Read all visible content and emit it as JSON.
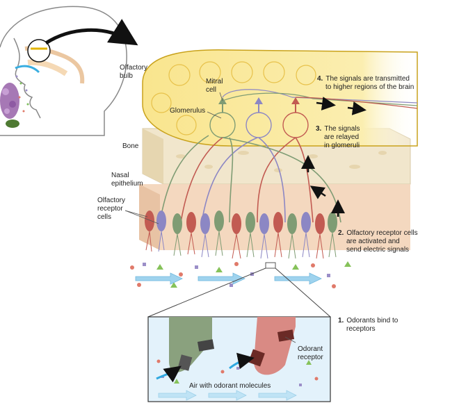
{
  "labels": {
    "olfactory_bulb": [
      "Olfactory",
      "bulb"
    ],
    "mitral_cell": [
      "Mitral",
      "cell"
    ],
    "glomerulus": "Glomerulus",
    "bone": "Bone",
    "nasal_epithelium": [
      "Nasal",
      "epithelium"
    ],
    "olfactory_receptor_cells": [
      "Olfactory",
      "receptor",
      "cells"
    ],
    "odorant_receptor": [
      "Odorant",
      "receptor"
    ],
    "air_with_odorant": "Air with odorant molecules"
  },
  "steps": [
    {
      "num": "1.",
      "lines": [
        "Odorants bind to",
        "receptors"
      ]
    },
    {
      "num": "2.",
      "lines": [
        "Olfactory receptor cells",
        "are activated and",
        "send electric signals"
      ]
    },
    {
      "num": "3.",
      "lines": [
        "The signals",
        "are relayed",
        "in glomeruli"
      ]
    },
    {
      "num": "4.",
      "lines": [
        "The signals are transmitted",
        "to higher regions of the brain"
      ]
    }
  ],
  "colors": {
    "bulb": "#f9e79a",
    "bone": "#f1e6cc",
    "epithelium": "#f4d8bf",
    "neuron_green": "#7f9c74",
    "neuron_blue": "#8c87c4",
    "neuron_red": "#c25b52",
    "air_arrow": "#9fd3ee",
    "inset_bg": "#e3f2fb"
  }
}
